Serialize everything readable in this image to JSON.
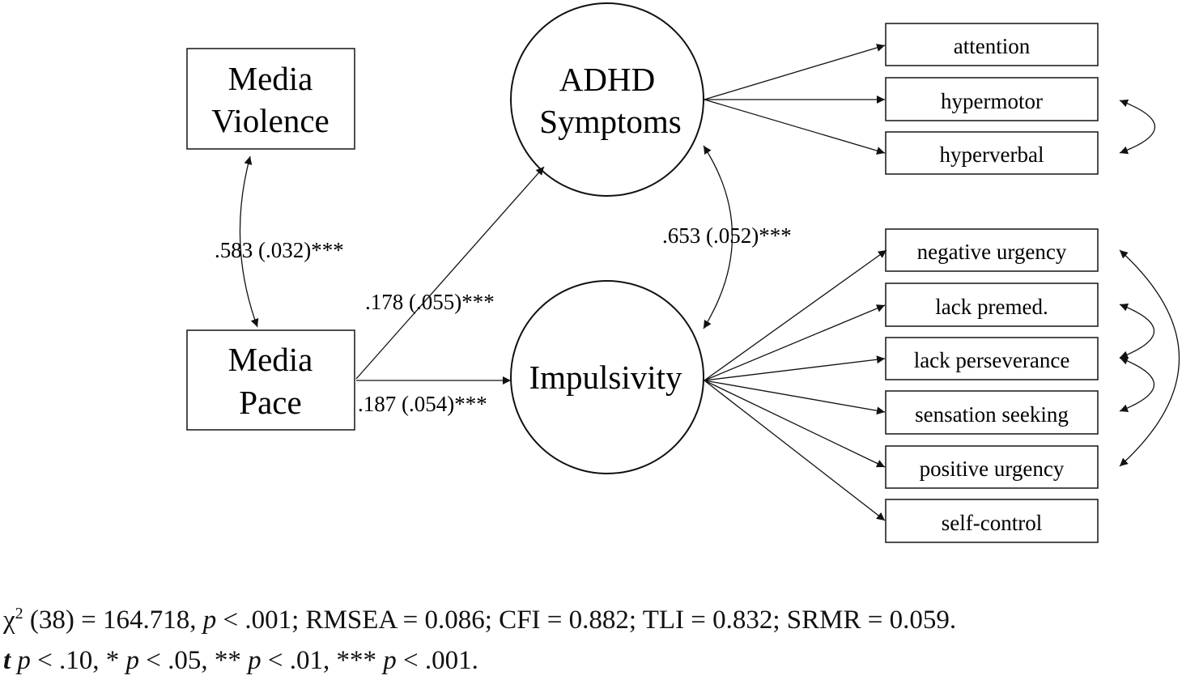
{
  "observed": {
    "media_violence": [
      "Media",
      "Violence"
    ],
    "media_pace": [
      "Media",
      "Pace"
    ]
  },
  "latent": {
    "adhd": [
      "ADHD",
      "Symptoms"
    ],
    "impulsivity": "Impulsivity"
  },
  "indicators": {
    "adhd": [
      "attention",
      "hypermotor",
      "hyperverbal"
    ],
    "impulsivity": [
      "negative urgency",
      "lack premed.",
      "lack perseverance",
      "sensation seeking",
      "positive urgency",
      "self-control"
    ]
  },
  "coefficients": {
    "violence_pace": ".583 (.032)***",
    "pace_adhd": ".178 (.055)***",
    "pace_impulsivity": ".187 (.054)***",
    "adhd_impulsivity": ".653 (.052)***"
  },
  "fit": {
    "chi_symbol": "χ",
    "chi_sup": "2",
    "df": " (38) = 164.718, ",
    "p_symbol": "p",
    "rest": " < .001; RMSEA = 0.086; CFI = 0.882; TLI = 0.832; SRMR = 0.059."
  },
  "legend": {
    "t_symbol": "t",
    "t_p": "p",
    "t_val": " < .10, * ",
    "one_p": "p",
    "one_val": " < .05, ** ",
    "two_p": "p",
    "two_val": " < .01, *** ",
    "three_p": "p",
    "three_val": " < .001."
  }
}
